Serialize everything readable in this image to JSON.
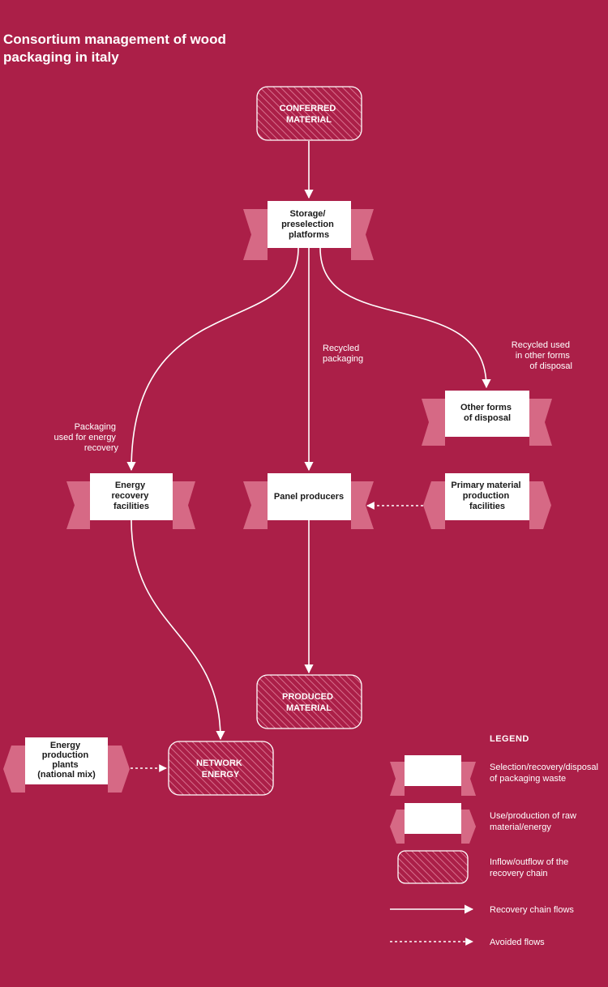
{
  "title": [
    "Consortium management of wood",
    "packaging in italy"
  ],
  "nodes": {
    "conferred": [
      "CONFERRED",
      "MATERIAL"
    ],
    "storage": [
      "Storage/",
      "preselection",
      "platforms"
    ],
    "other_forms": [
      "Other forms",
      "of disposal"
    ],
    "energy_recovery": [
      "Energy",
      "recovery",
      "facilities"
    ],
    "panel": [
      "Panel producers"
    ],
    "primary": [
      "Primary material",
      "production",
      "facilities"
    ],
    "produced": [
      "PRODUCED",
      "MATERIAL"
    ],
    "energy_plants": [
      "Energy",
      "production",
      "plants",
      "(national mix)"
    ],
    "network": [
      "NETWORK",
      "ENERGY"
    ]
  },
  "flow_labels": {
    "recycled_packaging": [
      "Recycled",
      "packaging"
    ],
    "recycled_other": [
      "Recycled used",
      "in other forms",
      "of disposal"
    ],
    "packaging_energy": [
      "Packaging",
      "used for energy",
      "recovery"
    ]
  },
  "legend": {
    "heading": "LEGEND",
    "selection": [
      "Selection/recovery/disposal",
      "of packaging waste"
    ],
    "use": [
      "Use/production of raw",
      "material/energy"
    ],
    "inflow": [
      "Inflow/outflow of the",
      "recovery chain"
    ],
    "recovery_flows": [
      "Recovery chain flows"
    ],
    "avoided_flows": [
      "Avoided flows"
    ]
  },
  "colors": {
    "background": "#ab1f48",
    "ribbon": "#d66985",
    "box": "#ffffff",
    "text_dark": "#1a1a1a"
  }
}
